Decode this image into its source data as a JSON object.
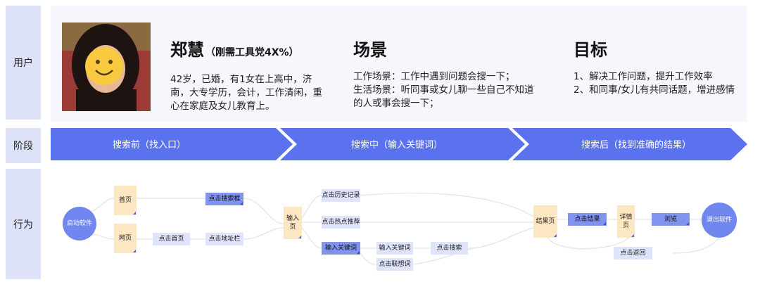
{
  "rows": {
    "user": "用户",
    "stage": "阶段",
    "action": "行为"
  },
  "persona": {
    "name": "郑慧",
    "tag": "（刚需工具党4X%）",
    "desc": "42岁，已婚，有1女在上高中，济南，大专学历，会计，工作清闲，重心在家庭及女儿教育上。"
  },
  "scene": {
    "title": "场景",
    "line1": "工作场景：工作中遇到问题会搜一下；",
    "line2": "生活场景：听同事或女儿聊一些自己不知道的人或事会搜一下；"
  },
  "goal": {
    "title": "目标",
    "line1": "1、解决工作问题，提升工作效率",
    "line2": "2、和同事/女儿有共同话题，增进感情"
  },
  "stages": [
    "搜索前（找入口）",
    "搜索中（输入关键词）",
    "搜索后（找到准确的结果）"
  ],
  "colors": {
    "stage": "#5a72ee",
    "label_bg": "#dde2f8",
    "page": "#fde7c3",
    "circle": "#7186ee"
  },
  "flow": {
    "start": "启动软件",
    "home": "首页",
    "web": "网页",
    "click_search_box": "点击搜索框",
    "click_home": "点击首页",
    "click_address": "点击地址栏",
    "input_page": "输入页",
    "history": "点击历史记录",
    "hot": "点击热点推荐",
    "input_kw": "输入关键词",
    "input_kw2": "输入关键词",
    "click_search": "点击搜索",
    "click_suggest": "点击联想词",
    "result_page": "结果页",
    "click_result": "点击结果",
    "detail_page": "详情页",
    "browse": "浏览",
    "click_back": "点击返回",
    "exit": "退出软件"
  }
}
